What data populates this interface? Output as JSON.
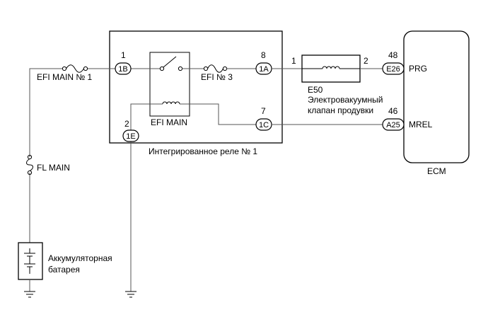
{
  "diagram": {
    "fuse_efi_main_1": "EFI MAIN № 1",
    "fuse_efi_3": "EFI № 3",
    "fuse_fl_main": "FL MAIN",
    "relay_efi_main": "EFI MAIN",
    "relay_box_caption": "Интегрированное реле № 1",
    "connectors": {
      "c1b": "1B",
      "c1a": "1A",
      "c1c": "1C",
      "c1e": "1E",
      "e26": "E26",
      "a25": "A25"
    },
    "pins": {
      "p1": "1",
      "p8": "8",
      "p7": "7",
      "p2": "2",
      "valve_1": "1",
      "valve_2": "2",
      "ecm_48": "48",
      "ecm_46": "46"
    },
    "valve_code": "E50",
    "valve_name_line1": "Электровакуумный",
    "valve_name_line2": "клапан продувки",
    "ecm_prg": "PRG",
    "ecm_mrel": "MREL",
    "ecm_label": "ECM",
    "battery_line1": "Аккумуляторная",
    "battery_line2": "батарея"
  }
}
